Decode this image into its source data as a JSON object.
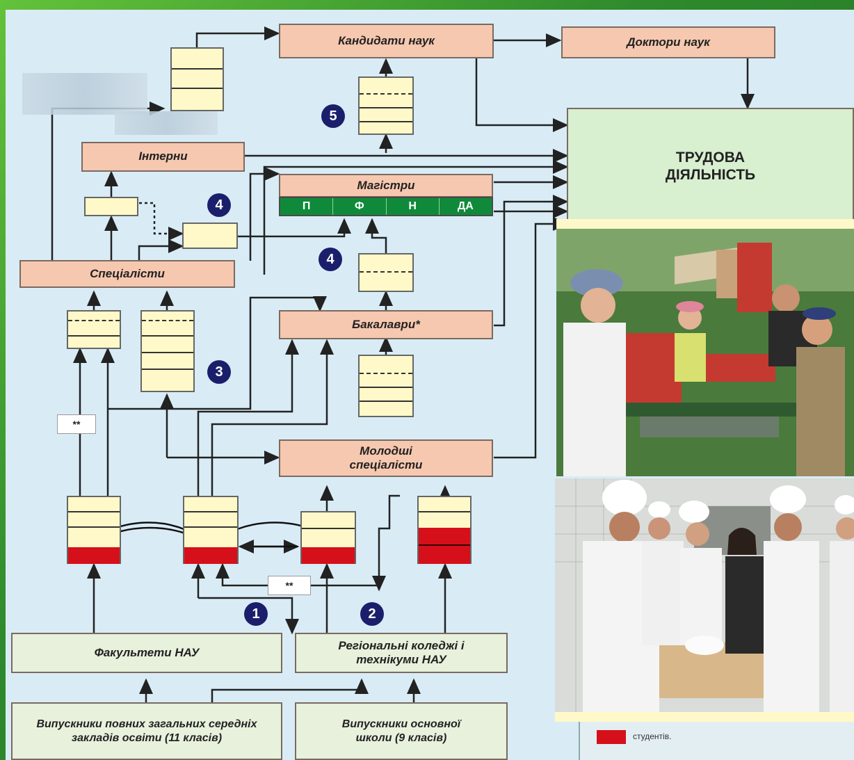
{
  "diagram": {
    "boxes": {
      "candidates": "Кандидати наук",
      "doctors": "Доктори наук",
      "labor": "ТРУДОВА ДІЯЛЬНІСТЬ",
      "interns": "Інтерни",
      "masters": "Магістри",
      "specialists": "Спеціалісти",
      "bachelors": "Бакалаври*",
      "junior": "Молодші спеціалісти",
      "faculties": "Факультети НАУ",
      "colleges": "Регіональні коледжі і технікуми НАУ",
      "grads11": "Випускники повних загальних середніх закладів освіти (11 класів)",
      "grads9": "Випускники основної школи (9 класів)"
    },
    "master_tracks": [
      "П",
      "Ф",
      "Н",
      "ДА"
    ],
    "markers": [
      "1",
      "2",
      "3",
      "4",
      "4",
      "5"
    ],
    "notes": [
      "**",
      "**"
    ],
    "legend_text": "студентів."
  },
  "colors": {
    "box_pink": "#f6c8b0",
    "box_pale": "#e7f1dc",
    "stack_fill": "#fff9c9",
    "student_red": "#d6101a",
    "marker_navy": "#1b1f6b",
    "master_green": "#0f8a3a"
  },
  "photos": {
    "top": "students-working-with-crates",
    "bottom": "veterinary-students-in-white-coats"
  }
}
